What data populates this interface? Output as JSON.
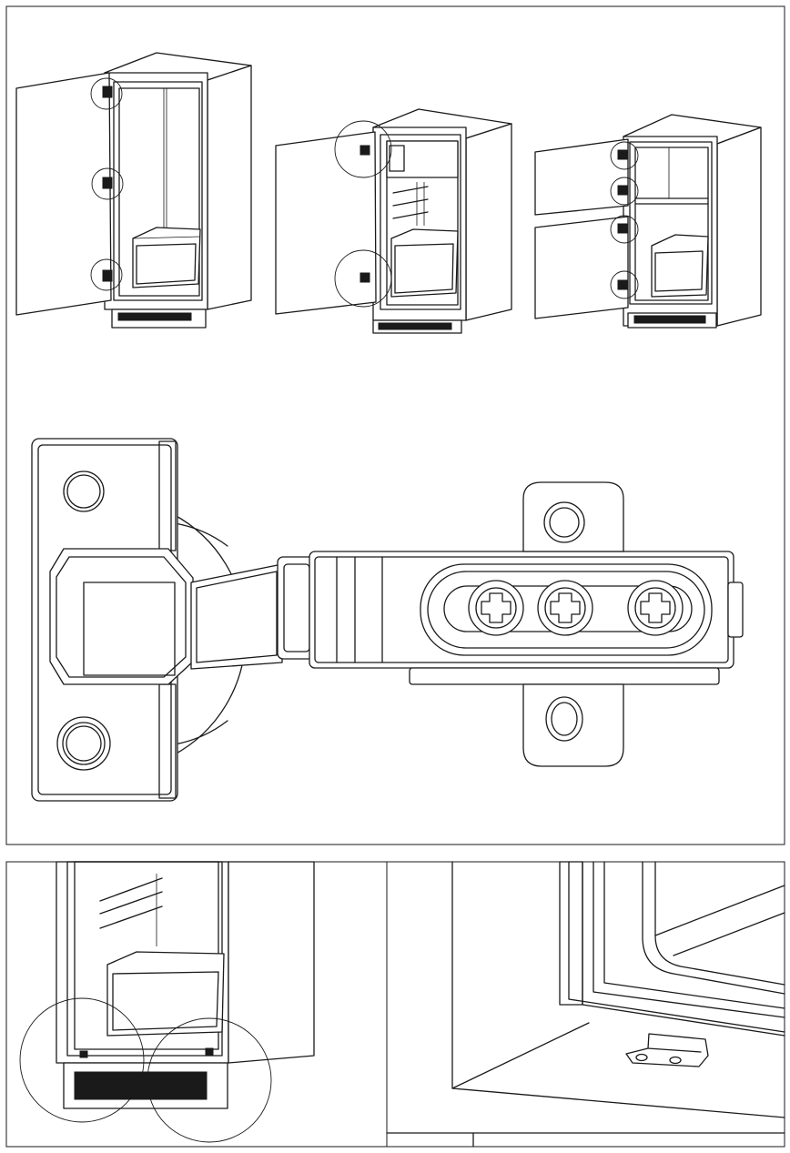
{
  "colors": {
    "ink": "#1a1a1a",
    "paper": "#ffffff"
  },
  "panels": [
    {
      "name": "cabinet-hinge-positions",
      "figures": [
        "tall-single-door-cabinet",
        "short-single-door-cabinet",
        "two-door-cabinet"
      ]
    },
    {
      "name": "hinge-detail",
      "figures": [
        "concealed-hinge"
      ]
    },
    {
      "name": "lower-mounting-details",
      "figures": [
        "cabinet-base-callouts",
        "bottom-bracket-closeup"
      ]
    }
  ]
}
